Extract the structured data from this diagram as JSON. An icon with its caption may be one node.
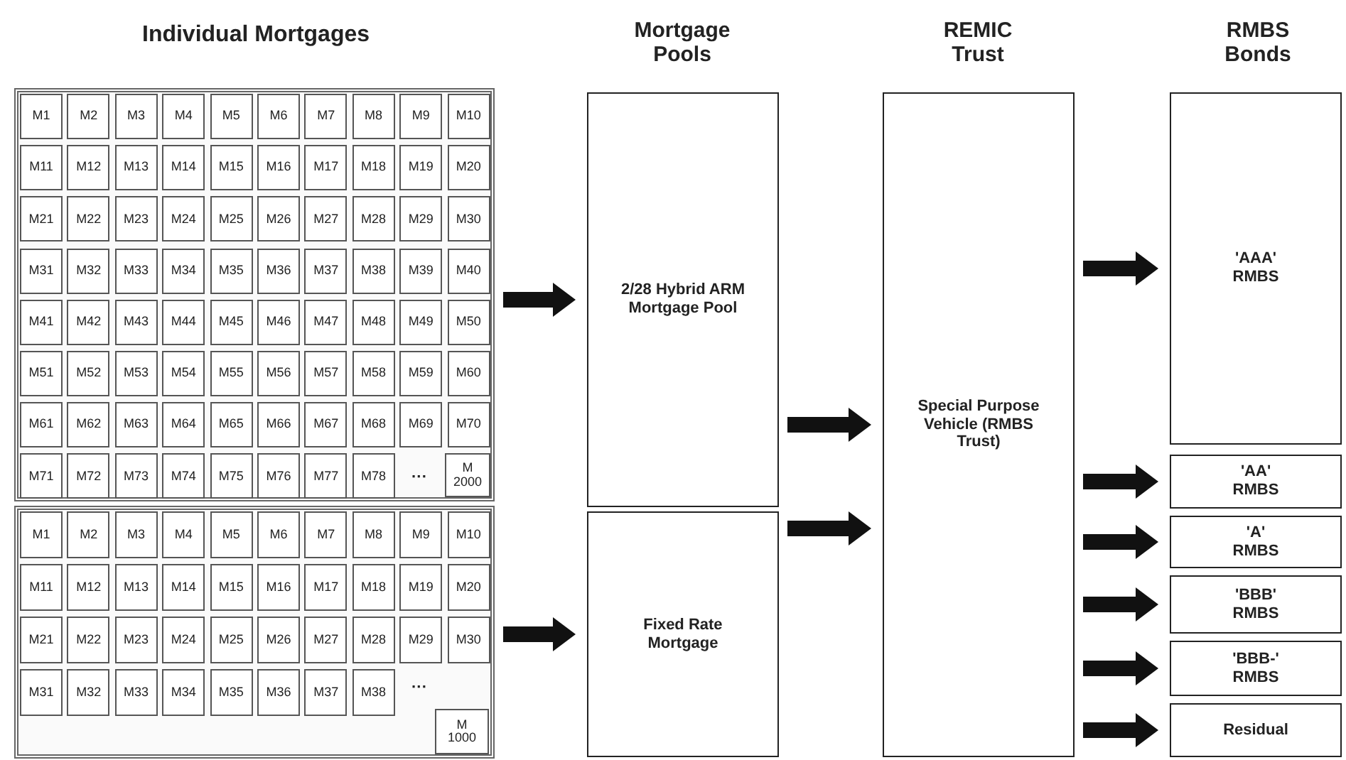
{
  "diagram": {
    "nodes": [
      {
        "text": [],
        "shape": "box"
      },
      {
        "text": [
          "M1"
        ],
        "in": 0
      },
      {
        "text": [
          "M2"
        ],
        "in": 0
      },
      {
        "text": [
          "M3"
        ],
        "in": 0
      },
      {
        "text": [
          "M4"
        ],
        "in": 0
      },
      {
        "text": [
          "M5"
        ],
        "in": 0
      },
      {
        "text": [
          "M6"
        ],
        "in": 0
      },
      {
        "text": [
          "M7"
        ],
        "in": 0
      },
      {
        "text": [
          "M8"
        ],
        "in": 0
      },
      {
        "text": [
          "M9"
        ],
        "in": 0
      },
      {
        "text": [
          "M10"
        ],
        "in": 0
      },
      {
        "text": [
          "M11"
        ],
        "in": 0
      },
      {
        "text": [
          "M12"
        ],
        "in": 0
      },
      {
        "text": [
          "M13"
        ],
        "in": 0
      },
      {
        "text": [
          "M14"
        ],
        "in": 0
      },
      {
        "text": [
          "M15"
        ],
        "in": 0
      },
      {
        "text": [
          "M16"
        ],
        "in": 0
      },
      {
        "text": [
          "M17"
        ],
        "in": 0
      },
      {
        "text": [
          "M18"
        ],
        "in": 0
      },
      {
        "text": [
          "M19"
        ],
        "in": 0
      },
      {
        "text": [
          "M20"
        ],
        "in": 0
      },
      {
        "text": [
          "M21"
        ],
        "in": 0
      },
      {
        "text": [
          "M22"
        ],
        "in": 0
      },
      {
        "text": [
          "M23"
        ],
        "in": 0
      },
      {
        "text": [
          "M24"
        ],
        "in": 0
      },
      {
        "text": [
          "M25"
        ],
        "in": 0
      },
      {
        "text": [
          "M26"
        ],
        "in": 0
      },
      {
        "text": [
          "M27"
        ],
        "in": 0
      },
      {
        "text": [
          "M28"
        ],
        "in": 0
      },
      {
        "text": [
          "M29"
        ],
        "in": 0
      },
      {
        "text": [
          "M30"
        ],
        "in": 0
      },
      {
        "text": [
          "M31"
        ],
        "in": 0
      },
      {
        "text": [
          "M32"
        ],
        "in": 0
      },
      {
        "text": [
          "M33"
        ],
        "in": 0
      },
      {
        "text": [
          "M34"
        ],
        "in": 0
      },
      {
        "text": [
          "M35"
        ],
        "in": 0
      },
      {
        "text": [
          "M36"
        ],
        "in": 0
      },
      {
        "text": [
          "M37"
        ],
        "in": 0
      },
      {
        "text": [
          "M38"
        ],
        "in": 0
      },
      {
        "text": [
          "M39"
        ],
        "in": 0
      },
      {
        "text": [
          "M40"
        ],
        "in": 0
      },
      {
        "text": [
          "M41"
        ],
        "in": 0
      },
      {
        "text": [
          "M42"
        ],
        "in": 0
      },
      {
        "text": [
          "M43"
        ],
        "in": 0
      },
      {
        "text": [
          "M44"
        ],
        "in": 0
      },
      {
        "text": [
          "M45"
        ],
        "in": 0
      },
      {
        "text": [
          "M46"
        ],
        "in": 0
      },
      {
        "text": [
          "M47"
        ],
        "in": 0
      },
      {
        "text": [
          "M48"
        ],
        "in": 0
      },
      {
        "text": [
          "M49"
        ],
        "in": 0
      },
      {
        "text": [
          "M50"
        ],
        "in": 0
      },
      {
        "text": [
          "M51"
        ],
        "in": 0
      },
      {
        "text": [
          "M52"
        ],
        "in": 0
      },
      {
        "text": [
          "M53"
        ],
        "in": 0
      },
      {
        "text": [
          "M54"
        ],
        "in": 0
      },
      {
        "text": [
          "M55"
        ],
        "in": 0
      },
      {
        "text": [
          "M56"
        ],
        "in": 0
      },
      {
        "text": [
          "M57"
        ],
        "in": 0
      },
      {
        "text": [
          "M58"
        ],
        "in": 0
      },
      {
        "text": [
          "M59"
        ],
        "in": 0
      },
      {
        "text": [
          "M60"
        ],
        "in": 0
      },
      {
        "text": [
          "M61"
        ],
        "in": 0
      },
      {
        "text": [
          "M62"
        ],
        "in": 0
      },
      {
        "text": [
          "M63"
        ],
        "in": 0
      },
      {
        "text": [
          "M64"
        ],
        "in": 0
      },
      {
        "text": [
          "M65"
        ],
        "in": 0
      },
      {
        "text": [
          "M66"
        ],
        "in": 0
      },
      {
        "text": [
          "M67"
        ],
        "in": 0
      },
      {
        "text": [
          "M68"
        ],
        "in": 0
      },
      {
        "text": [
          "M69"
        ],
        "in": 0
      },
      {
        "text": [
          "M70"
        ],
        "in": 0
      },
      {
        "text": [
          "M71"
        ],
        "in": 0
      },
      {
        "text": [
          "M72"
        ],
        "in": 0
      },
      {
        "text": [
          "M73"
        ],
        "in": 0
      },
      {
        "text": [
          "M74"
        ],
        "in": 0
      },
      {
        "text": [
          "M75"
        ],
        "in": 0
      },
      {
        "text": [
          "M76"
        ],
        "in": 0
      },
      {
        "text": [
          "M77"
        ],
        "in": 0
      },
      {
        "text": [
          "M78"
        ],
        "in": 0
      },
      {
        "text": [
          "M 2000"
        ],
        "in": 0
      },
      {
        "text": [],
        "shape": "box"
      },
      {
        "text": [
          "M1"
        ],
        "in": 80
      },
      {
        "text": [
          "M2"
        ],
        "in": 80
      },
      {
        "text": [
          "M3"
        ],
        "in": 80
      },
      {
        "text": [
          "M4"
        ],
        "in": 80
      },
      {
        "text": [
          "M5"
        ],
        "in": 80
      },
      {
        "text": [
          "M6"
        ],
        "in": 80
      },
      {
        "text": [
          "M7"
        ],
        "in": 80
      },
      {
        "text": [
          "M8"
        ],
        "in": 80
      },
      {
        "text": [
          "M9"
        ],
        "in": 80
      },
      {
        "text": [
          "M10"
        ],
        "in": 80
      },
      {
        "text": [
          "M11"
        ],
        "in": 80
      },
      {
        "text": [
          "M12"
        ],
        "in": 80
      },
      {
        "text": [
          "M13"
        ],
        "in": 80
      },
      {
        "text": [
          "M14"
        ],
        "in": 80
      },
      {
        "text": [
          "M15"
        ],
        "in": 80
      },
      {
        "text": [
          "M16"
        ],
        "in": 80
      },
      {
        "text": [
          "M17"
        ],
        "in": 80
      },
      {
        "text": [
          "M18"
        ],
        "in": 80
      },
      {
        "text": [
          "M19"
        ],
        "in": 80
      },
      {
        "text": [
          "M20"
        ],
        "in": 80
      },
      {
        "text": [
          "M21"
        ],
        "in": 80
      },
      {
        "text": [
          "M22"
        ],
        "in": 80
      },
      {
        "text": [
          "M23"
        ],
        "in": 80
      },
      {
        "text": [
          "M24"
        ],
        "in": 80
      },
      {
        "text": [
          "M25"
        ],
        "in": 80
      },
      {
        "text": [
          "M26"
        ],
        "in": 80
      },
      {
        "text": [
          "M27"
        ],
        "in": 80
      },
      {
        "text": [
          "M28"
        ],
        "in": 80
      },
      {
        "text": [
          "M29"
        ],
        "in": 80
      },
      {
        "text": [
          "M30"
        ],
        "in": 80
      },
      {
        "text": [
          "M31"
        ],
        "in": 80
      },
      {
        "text": [
          "M32"
        ],
        "in": 80
      },
      {
        "text": [
          "M33"
        ],
        "in": 80
      },
      {
        "text": [
          "M34"
        ],
        "in": 80
      },
      {
        "text": [
          "M35"
        ],
        "in": 80
      },
      {
        "text": [
          "M36"
        ],
        "in": 80
      },
      {
        "text": [
          "M37"
        ],
        "in": 80
      },
      {
        "text": [
          "M38"
        ],
        "in": 80
      },
      {
        "text": [
          "M 1000"
        ],
        "in": 80
      },
      {
        "text": [
          "2/28 Hybrid ARM Mortgage Pool"
        ]
      },
      {
        "text": [
          "Fixed Rate Mortgage"
        ]
      },
      {
        "text": [
          "Special Purpose Vehicle (RMBS Trust)"
        ]
      },
      {
        "text": [
          "'AAA' RMBS"
        ]
      },
      {
        "text": [
          "'AA' RMBS"
        ]
      },
      {
        "text": [
          "'A' RMBS"
        ]
      },
      {
        "text": [
          "'BBB' RMBS"
        ]
      },
      {
        "text": [
          "'BBB-' RMBS"
        ]
      },
      {
        "text": [
          "Residual"
        ]
      }
    ],
    "edges": [
      {
        "from": 0,
        "to": 120,
        "arrow": "to"
      },
      {
        "from": 80,
        "to": 121,
        "arrow": "to"
      },
      {
        "from": 120,
        "to": 122,
        "arrow": "to"
      },
      {
        "from": 121,
        "to": 122,
        "arrow": "to"
      },
      {
        "from": 122,
        "to": 123,
        "arrow": "to"
      },
      {
        "from": 122,
        "to": 124,
        "arrow": "to"
      },
      {
        "from": 122,
        "to": 125,
        "arrow": "to"
      },
      {
        "from": 122,
        "to": 126,
        "arrow": "to"
      },
      {
        "from": 122,
        "to": 127,
        "arrow": "to"
      },
      {
        "from": 122,
        "to": 128,
        "arrow": "to"
      }
    ],
    "labels": [
      "Individual Mortgages",
      "Mortgage Pools",
      "REMIC Trust",
      "RMBS Bonds",
      "···",
      "···"
    ]
  }
}
